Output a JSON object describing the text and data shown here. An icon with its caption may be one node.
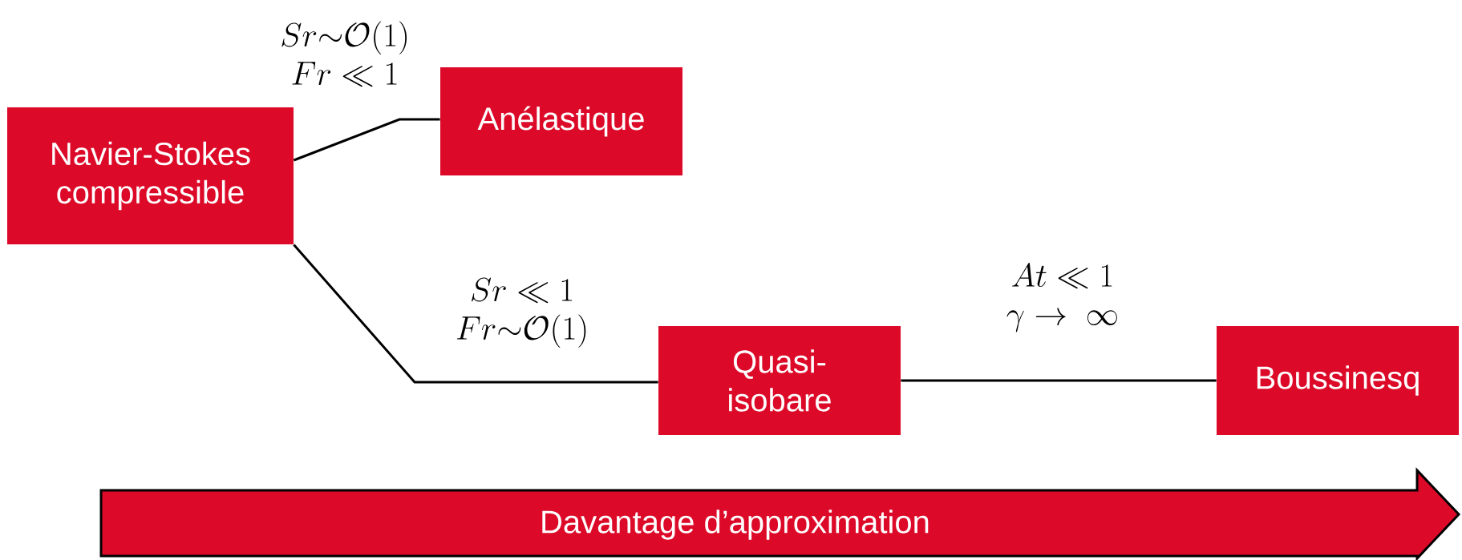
{
  "diagram": {
    "nodes": [
      {
        "text": [
          "Navier-Stokes compressible"
        ]
      },
      {
        "text": [
          "Anélastique"
        ]
      },
      {
        "text": [
          "Quasi-isobare"
        ]
      },
      {
        "text": [
          "Boussinesq"
        ]
      },
      {
        "text": [
          "Davantage d’approximation"
        ]
      }
    ],
    "edges": [
      {
        "from": 0,
        "to": 1,
        "arrow": "none",
        "label": "\\begin{array}{c}Sr{\\sim}\\mathcal{O}(1)\\\\ Fr \\ll 1\\end{array}"
      },
      {
        "from": 0,
        "to": 2,
        "arrow": "none",
        "label": "\\begin{array}{c}Sr \\ll 1\\\\ Fr{\\sim}\\mathcal{O}(1)\\end{array}"
      },
      {
        "from": 2,
        "to": 3,
        "arrow": "none",
        "label": "\\begin{array}{c}At \\ll 1\\\\ \\gamma \\rightarrow\\ \\infty\\end{array}"
      }
    ]
  }
}
